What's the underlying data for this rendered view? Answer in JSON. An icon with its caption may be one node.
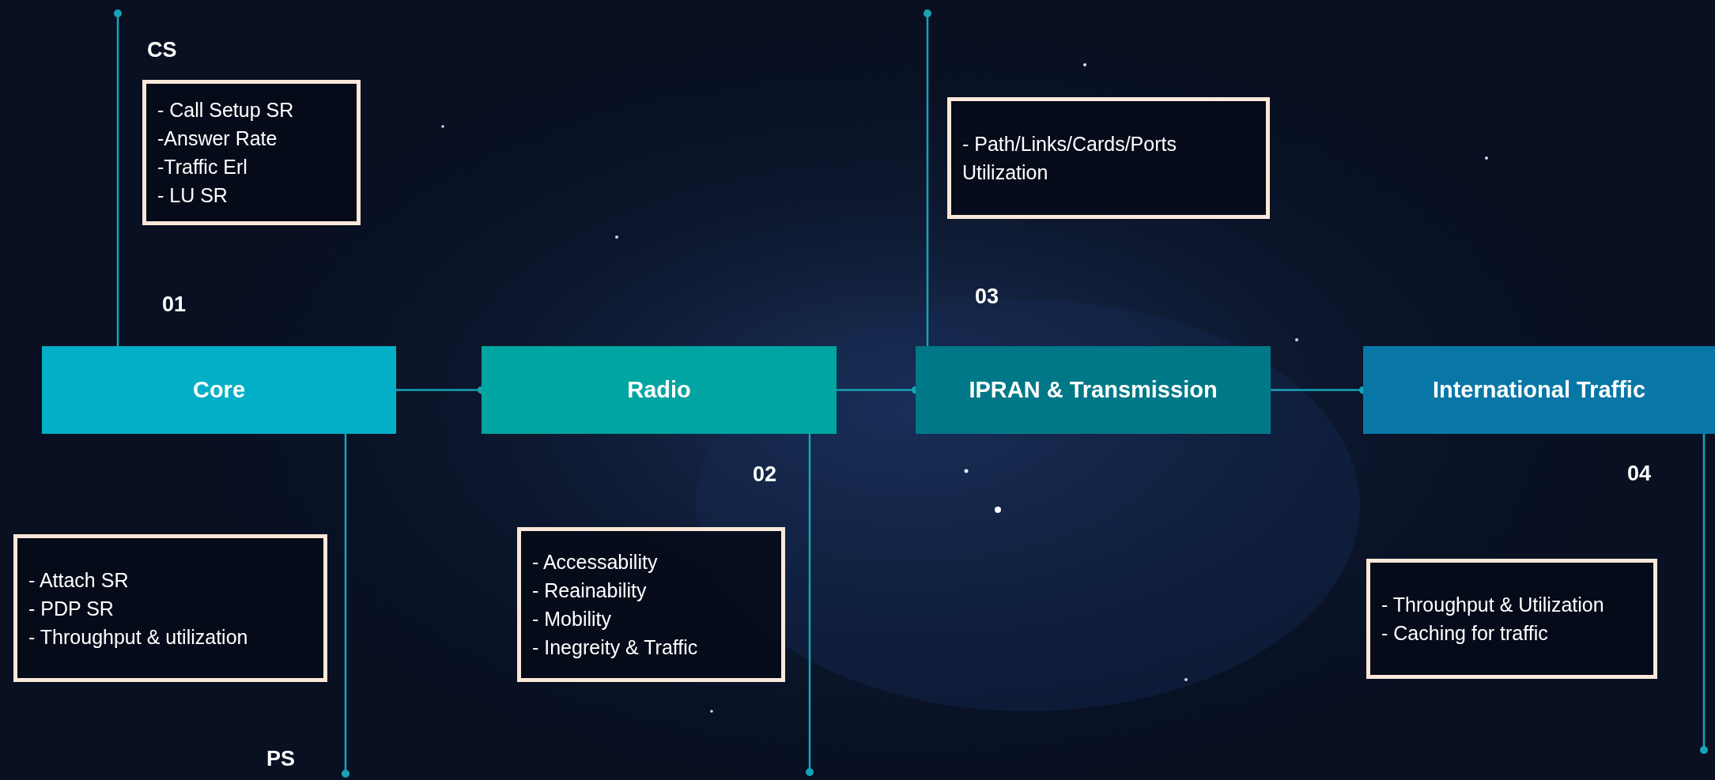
{
  "diagram": {
    "nodes": [
      {
        "text": [
          "Core"
        ]
      },
      {
        "text": [
          "Radio"
        ]
      },
      {
        "text": [
          "IPRAN & Transmission"
        ]
      },
      {
        "text": [
          "International Traffic"
        ]
      },
      {
        "text": [
          "- Call Setup SR",
          "-Answer Rate",
          "-Traffic Erl",
          "- LU SR"
        ]
      },
      {
        "text": [
          "- Attach SR",
          "- PDP SR",
          "- Throughput & utilization"
        ]
      },
      {
        "text": [
          "- Accessability",
          "- Reainability",
          "- Mobility",
          "- Inegreity & Traffic"
        ]
      },
      {
        "text": [
          "- Path/Links/Cards/Ports Utilization"
        ]
      },
      {
        "text": [
          "- Throughput & Utilization",
          "- Caching for traffic"
        ]
      }
    ],
    "edges": [
      {
        "from": 0,
        "to": 1,
        "arrow": "other"
      },
      {
        "from": 1,
        "to": 2,
        "arrow": "other"
      },
      {
        "from": 2,
        "to": 3,
        "arrow": "other"
      },
      {
        "from": 0,
        "to": null,
        "arrow": "other"
      },
      {
        "from": 0,
        "to": null,
        "arrow": "other"
      },
      {
        "from": 1,
        "to": null,
        "arrow": "other"
      },
      {
        "from": 2,
        "to": null,
        "arrow": "other"
      },
      {
        "from": 3,
        "to": null,
        "arrow": "other"
      }
    ],
    "labels": [
      "CS",
      "01",
      "03",
      "02",
      "04",
      "PS"
    ]
  }
}
